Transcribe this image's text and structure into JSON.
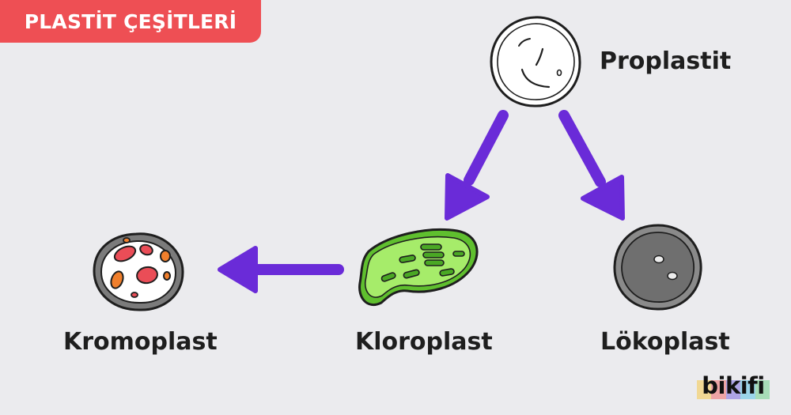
{
  "title": "PLASTİT ÇEŞİTLERİ",
  "nodes": {
    "proplastit": "Proplastit",
    "kromoplast": "Kromoplast",
    "kloroplast": "Kloroplast",
    "lokoplast": "Lökoplast"
  },
  "logo": {
    "text": "bikifi"
  },
  "colors": {
    "title_badge": "#ee4f54",
    "arrow": "#6a2bd8",
    "background": "#ebebee",
    "kloroplast_fill": "#86d94a",
    "kromoplast_red": "#ea4d57",
    "kromoplast_orange": "#f07f2c",
    "lokoplast_fill": "#8a8a8a"
  }
}
